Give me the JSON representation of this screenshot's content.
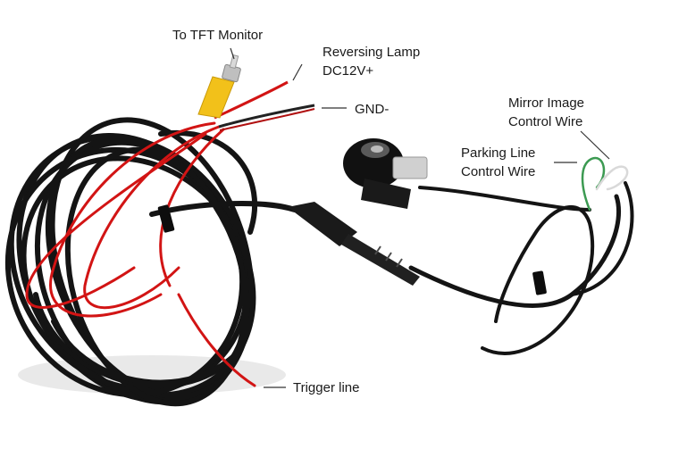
{
  "labels": {
    "tft_monitor": "To TFT Monitor",
    "reversing_lamp_1": "Reversing Lamp",
    "reversing_lamp_2": "DC12V+",
    "gnd": "GND-",
    "mirror_image_1": "Mirror Image",
    "mirror_image_2": "Control Wire",
    "parking_line_1": "Parking Line",
    "parking_line_2": "Control Wire",
    "trigger_line": "Trigger line"
  },
  "colors": {
    "background": "#ffffff",
    "cable_black": "#141414",
    "wire_red": "#d21414",
    "rca_yellow": "#f2c11a",
    "wire_green": "#3c9a52",
    "wire_white": "#eeeeee",
    "label_text": "#1a1a1a"
  }
}
